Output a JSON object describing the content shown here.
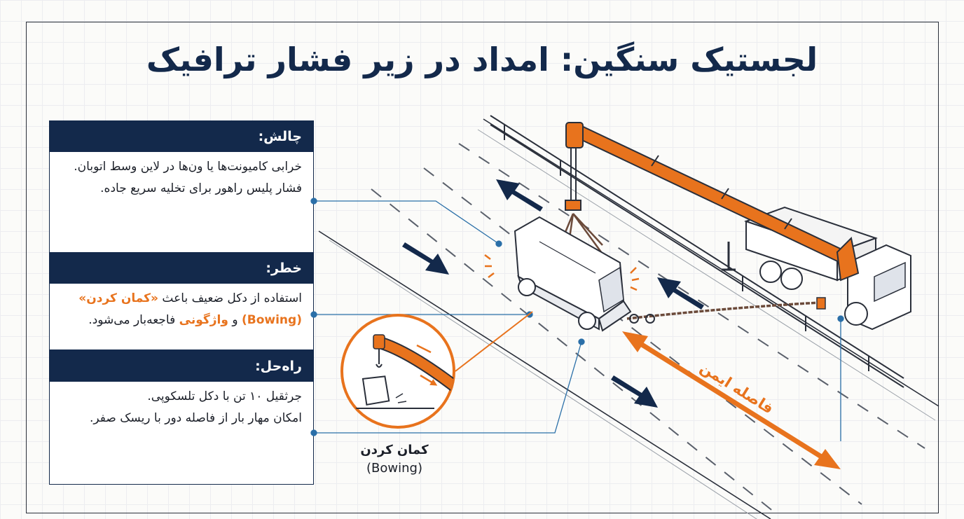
{
  "title": "لجستیک سنگین: امداد در زیر فشار ترافیک",
  "panels": {
    "challenge": {
      "heading": "چالش:",
      "line1": "خرابی کامیونت‌ها یا ون‌ها در لاین وسط اتوبان.",
      "line2": "فشار پلیس راهور برای تخلیه سریع جاده."
    },
    "danger": {
      "heading": "خطر:",
      "text_a": "استفاده از دکل ضعیف باعث ",
      "highlight1": "«کمان کردن» (Bowing)",
      "text_b": " و ",
      "highlight2": "واژگونی",
      "text_c": " فاجعه‌بار می‌شود."
    },
    "solution": {
      "heading": "راه‌حل:",
      "line1": "جرثقیل ۱۰ تن با دکل تلسکوپی.",
      "line2": "امکان مهار بار از فاصله دور با ریسک صفر."
    }
  },
  "caption": {
    "fa": "کمان کردن",
    "en": "(Bowing)"
  },
  "distance_label": "فاصله ایمن",
  "colors": {
    "navy": "#13294b",
    "orange": "#e8731d",
    "grid": "#ecedf0"
  }
}
